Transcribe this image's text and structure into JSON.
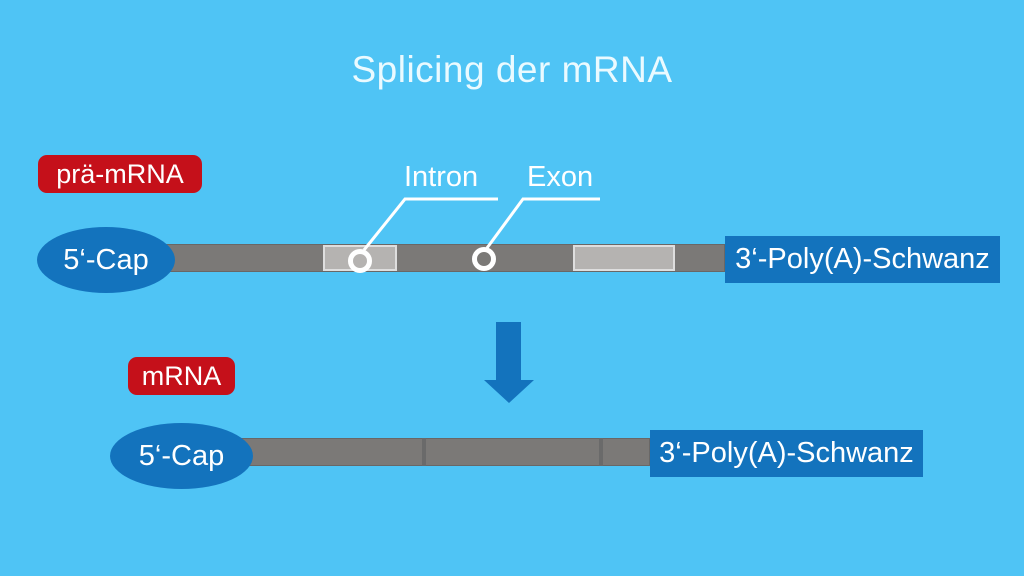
{
  "title": "Splicing der mRNA",
  "colors": {
    "background": "#4fc4f5",
    "accent_blue": "#1373bd",
    "badge_red": "#c5101a",
    "bar_dark_gray": "#7b7977",
    "intron_light_gray": "#b5b3b1",
    "intron_border": "#dedede",
    "title_text": "#eafaff",
    "label_text": "#ffffff"
  },
  "pre_mrna": {
    "badge_label": "prä-mRNA",
    "cap_label": "5‘-Cap",
    "poly_a_label": "3‘-Poly(A)-Schwanz",
    "intron_label": "Intron",
    "exon_label": "Exon"
  },
  "mrna": {
    "badge_label": "mRNA",
    "cap_label": "5‘-Cap",
    "poly_a_label": "3‘-Poly(A)-Schwanz"
  }
}
